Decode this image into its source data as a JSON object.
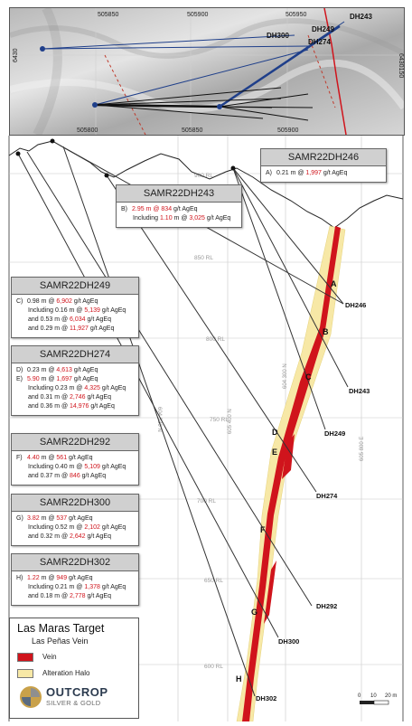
{
  "plan_map": {
    "easting_ticks_top": [
      "505850",
      "505900",
      "505950"
    ],
    "easting_ticks_bottom": [
      "505800",
      "505850",
      "505900"
    ],
    "northing_ticks": [
      "6430",
      "6430150"
    ],
    "hole_labels": [
      "DH243",
      "DH300",
      "DH249",
      "DH274"
    ]
  },
  "section": {
    "rl_labels": [
      "900 RL",
      "850 RL",
      "800 RL",
      "750 RL",
      "700 RL",
      "650 RL",
      "600 RL"
    ],
    "grid_n_labels": [
      "604 330 N",
      "604 300 N",
      "605 400 N",
      "605 800 E"
    ],
    "intercept_letters": [
      "A",
      "B",
      "C",
      "D",
      "E",
      "F",
      "G",
      "H"
    ],
    "hole_labels": [
      "DH246",
      "DH243",
      "DH249",
      "DH274",
      "DH292",
      "DH300",
      "DH302"
    ]
  },
  "callouts": [
    {
      "title": "SAMR22DH246",
      "rows": [
        {
          "letter": "A)",
          "parts": [
            [
              "0.21 m @ ",
              ""
            ],
            [
              "1,997",
              "red"
            ],
            [
              " g/t AgEq",
              ""
            ]
          ],
          "indent": false
        }
      ]
    },
    {
      "title": "SAMR22DH243",
      "rows": [
        {
          "letter": "B)",
          "parts": [
            [
              "2.95 m @ ",
              "red"
            ],
            [
              "834",
              "red"
            ],
            [
              " g/t AgEq",
              ""
            ]
          ],
          "indent": false
        },
        {
          "letter": "",
          "parts": [
            [
              "Including ",
              ""
            ],
            [
              "1.10",
              "red"
            ],
            [
              " m @ ",
              ""
            ],
            [
              "3,025",
              "red"
            ],
            [
              " g/t AgEq",
              ""
            ]
          ],
          "indent": true
        }
      ]
    },
    {
      "title": "SAMR22DH249",
      "rows": [
        {
          "letter": "C)",
          "parts": [
            [
              "0.98 m @ ",
              ""
            ],
            [
              "6,902",
              "red"
            ],
            [
              " g/t AgEq",
              ""
            ]
          ],
          "indent": false
        },
        {
          "letter": "",
          "parts": [
            [
              "Including 0.16 m @ ",
              ""
            ],
            [
              "5,139",
              "red"
            ],
            [
              " g/t AgEq",
              ""
            ]
          ],
          "indent": true
        },
        {
          "letter": "",
          "parts": [
            [
              "and 0.53 m @ ",
              ""
            ],
            [
              "6,034",
              "red"
            ],
            [
              " g/t AgEq",
              ""
            ]
          ],
          "indent": true
        },
        {
          "letter": "",
          "parts": [
            [
              "and 0.29 m @ ",
              ""
            ],
            [
              "11,927",
              "red"
            ],
            [
              " g/t AgEq",
              ""
            ]
          ],
          "indent": true
        }
      ]
    },
    {
      "title": "SAMR22DH274",
      "rows": [
        {
          "letter": "D)",
          "parts": [
            [
              "0.23 m @ ",
              ""
            ],
            [
              "4,613",
              "red"
            ],
            [
              " g/t AgEq",
              ""
            ]
          ],
          "indent": false
        },
        {
          "letter": "E)",
          "parts": [
            [
              "5.90",
              "red"
            ],
            [
              " m @ ",
              ""
            ],
            [
              "1,697",
              "red"
            ],
            [
              " g/t AgEq",
              ""
            ]
          ],
          "indent": false
        },
        {
          "letter": "",
          "parts": [
            [
              "Including 0.23 m @ ",
              ""
            ],
            [
              "4,325",
              "red"
            ],
            [
              " g/t AgEq",
              ""
            ]
          ],
          "indent": true
        },
        {
          "letter": "",
          "parts": [
            [
              "and 0.31 m @ ",
              ""
            ],
            [
              "2,746",
              "red"
            ],
            [
              " g/t AgEq",
              ""
            ]
          ],
          "indent": true
        },
        {
          "letter": "",
          "parts": [
            [
              "and 0.36 m @ ",
              ""
            ],
            [
              "14,976",
              "red"
            ],
            [
              " g/t AgEq",
              ""
            ]
          ],
          "indent": true
        }
      ]
    },
    {
      "title": "SAMR22DH292",
      "rows": [
        {
          "letter": "F)",
          "parts": [
            [
              "4.40",
              "red"
            ],
            [
              " m @ ",
              ""
            ],
            [
              "561",
              "red"
            ],
            [
              " g/t AgEq",
              ""
            ]
          ],
          "indent": false
        },
        {
          "letter": "",
          "parts": [
            [
              "Including 0.40 m @ ",
              ""
            ],
            [
              "5,109",
              "red"
            ],
            [
              " g/t AgEq",
              ""
            ]
          ],
          "indent": true
        },
        {
          "letter": "",
          "parts": [
            [
              "and 0.37 m @ ",
              ""
            ],
            [
              "846",
              "red"
            ],
            [
              " g/t AgEq",
              ""
            ]
          ],
          "indent": true
        }
      ]
    },
    {
      "title": "SAMR22DH300",
      "rows": [
        {
          "letter": "G)",
          "parts": [
            [
              "3.82",
              "red"
            ],
            [
              " m @ ",
              ""
            ],
            [
              "537",
              "red"
            ],
            [
              " g/t AgEq",
              ""
            ]
          ],
          "indent": false
        },
        {
          "letter": "",
          "parts": [
            [
              "Including 0.52 m @ ",
              ""
            ],
            [
              "2,102",
              "red"
            ],
            [
              " g/t AgEq",
              ""
            ]
          ],
          "indent": true
        },
        {
          "letter": "",
          "parts": [
            [
              "and 0.32 m @ ",
              ""
            ],
            [
              "2,642",
              "red"
            ],
            [
              " g/t AgEq",
              ""
            ]
          ],
          "indent": true
        }
      ]
    },
    {
      "title": "SAMR22DH302",
      "rows": [
        {
          "letter": "H)",
          "parts": [
            [
              "1.22",
              "red"
            ],
            [
              " m @ ",
              ""
            ],
            [
              "949",
              "red"
            ],
            [
              " g/t AgEq",
              ""
            ]
          ],
          "indent": false
        },
        {
          "letter": "",
          "parts": [
            [
              "Including 0.21 m @ ",
              ""
            ],
            [
              "1,378",
              "red"
            ],
            [
              " g/t AgEq",
              ""
            ]
          ],
          "indent": true
        },
        {
          "letter": "",
          "parts": [
            [
              "and 0.18 m @ ",
              ""
            ],
            [
              "2,778",
              "red"
            ],
            [
              " g/t AgEq",
              ""
            ]
          ],
          "indent": true
        }
      ]
    }
  ],
  "legend": {
    "title": "Las Maras Target",
    "subtitle": "Las Peñas Vein",
    "items": [
      {
        "label": "Vein",
        "color": "#d0141c"
      },
      {
        "label": "Alteration Halo",
        "color": "#f7e8a6"
      }
    ],
    "logo_line1": "OUTCROP",
    "logo_line2": "SILVER & GOLD"
  },
  "scale_bar": {
    "labels": [
      "0",
      "10",
      "20 m"
    ]
  },
  "colors": {
    "vein": "#d0141c",
    "halo": "#f7e8a6",
    "grid": "#c8c8c8",
    "drillhole": "#333333"
  }
}
